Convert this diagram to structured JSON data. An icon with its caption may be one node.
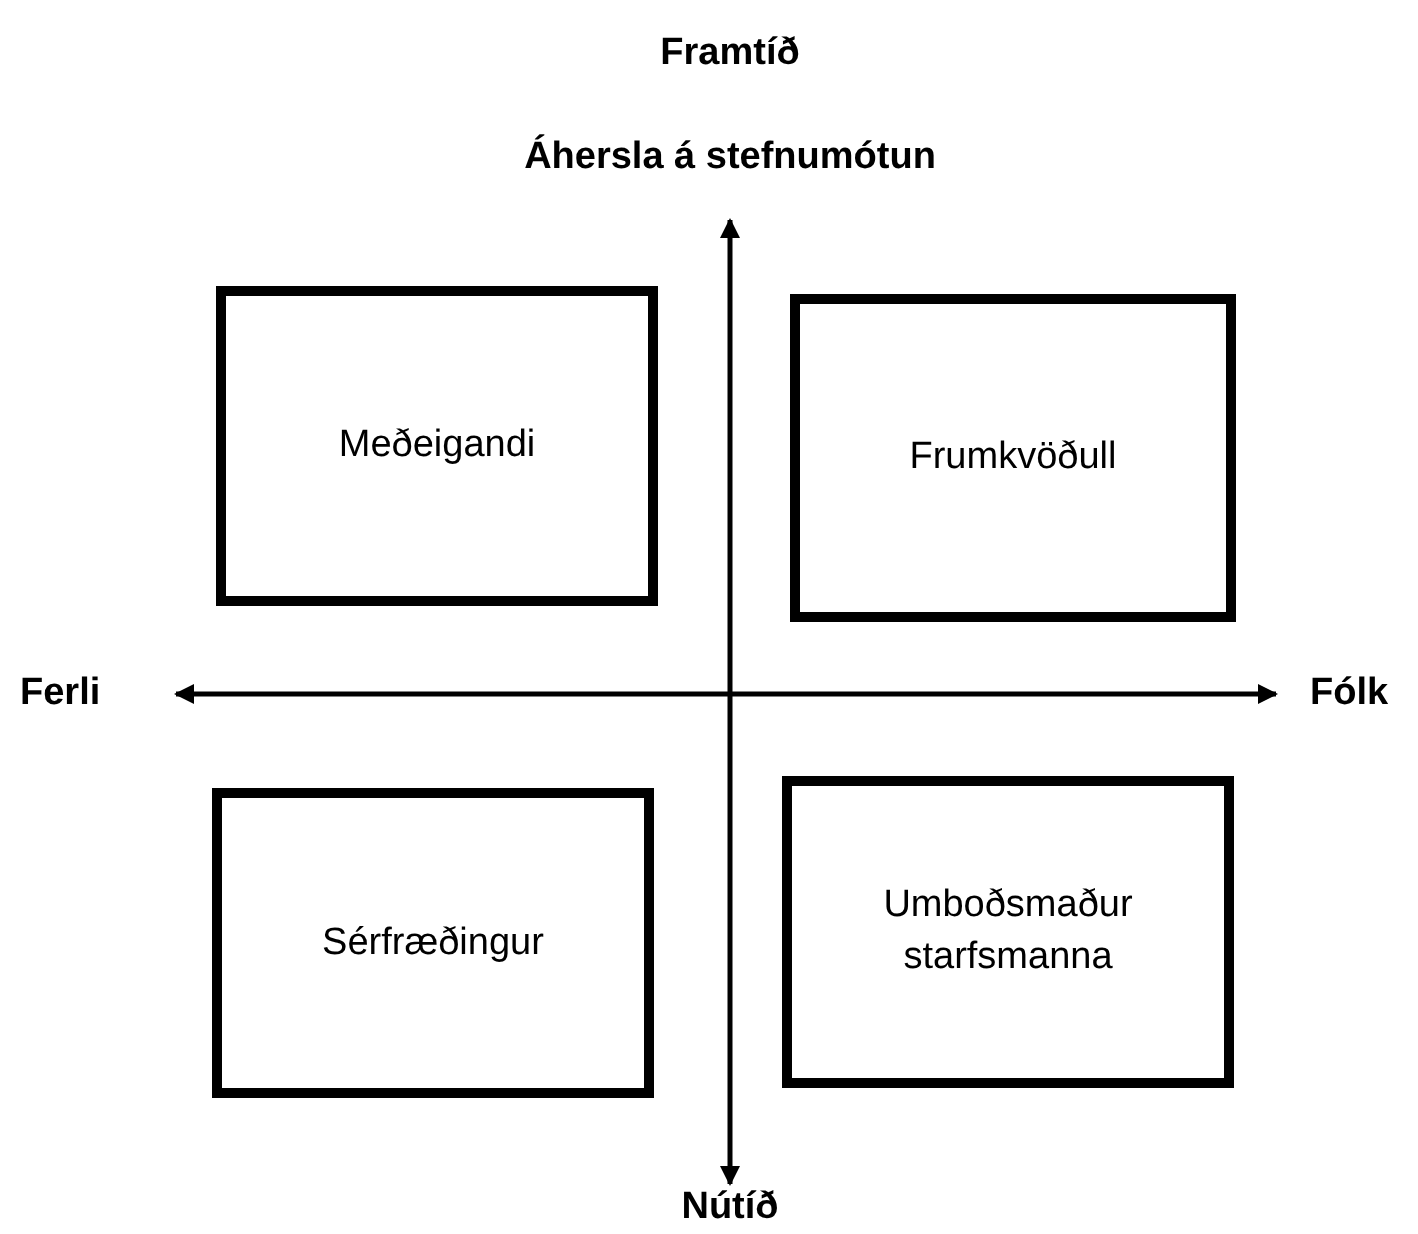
{
  "diagram": {
    "nodes": [
      {
        "text": [
          "Meðeigandi"
        ]
      },
      {
        "text": [
          "Frumkvöðull"
        ]
      },
      {
        "text": [
          "Sérfræðingur"
        ]
      },
      {
        "text": [
          "Umboðsmaður starfsmanna"
        ]
      }
    ],
    "labels": [
      "Framtíð",
      "Áhersla á stefnumótun",
      "Ferli",
      "Fólk",
      "Nútíð"
    ]
  }
}
